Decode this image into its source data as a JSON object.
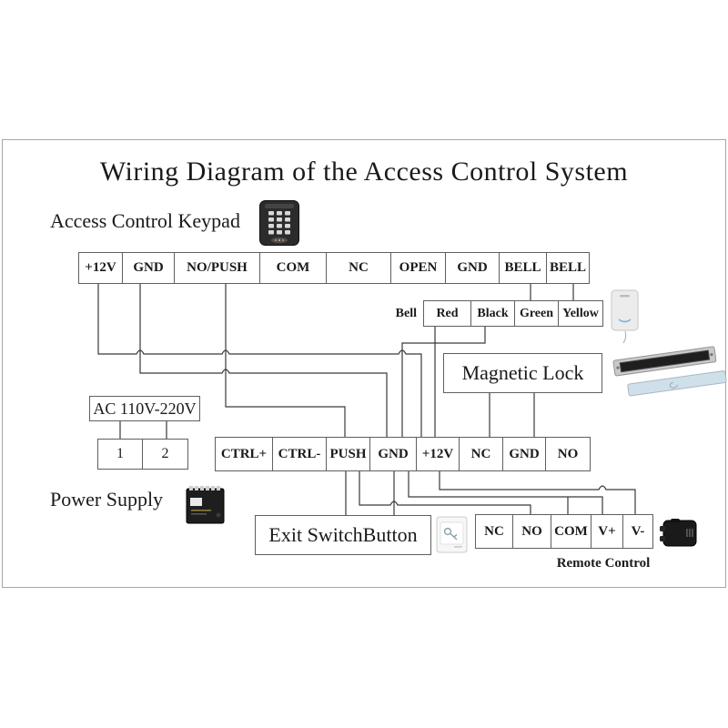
{
  "title": "Wiring Diagram of the Access Control System",
  "keypad": {
    "label": "Access Control Keypad"
  },
  "top_row": {
    "cells": [
      "+12V",
      "GND",
      "NO/PUSH",
      "COM",
      "NC",
      "OPEN",
      "GND",
      "BELL",
      "BELL"
    ]
  },
  "bell": {
    "label": "Bell",
    "cells": [
      "Red",
      "Black",
      "Green",
      "Yellow"
    ]
  },
  "magnetic_lock": {
    "label": "Magnetic Lock"
  },
  "power": {
    "ac_label": "AC 110V-220V",
    "terminals": [
      "1",
      "2"
    ],
    "label": "Power Supply"
  },
  "mid_row": {
    "cells": [
      "CTRL+",
      "CTRL-",
      "PUSH",
      "GND",
      "+12V",
      "NC",
      "GND",
      "NO"
    ]
  },
  "exit_switch": {
    "label": "Exit SwitchButton"
  },
  "bottom_row": {
    "cells": [
      "NC",
      "NO",
      "COM",
      "V+",
      "V-"
    ]
  },
  "remote": {
    "label": "Remote Control"
  },
  "icons": {
    "keypad": "keypad-icon",
    "doorbell": "doorbell-icon",
    "magnetic_lock": "magnetic-lock-icon",
    "power_supply": "power-supply-icon",
    "exit_button": "exit-button-icon",
    "remote_control": "remote-control-icon"
  },
  "colors": {
    "wire": "#3a3a3a",
    "box_border": "#5f5f5f",
    "frame_border": "#a6a6a6"
  }
}
